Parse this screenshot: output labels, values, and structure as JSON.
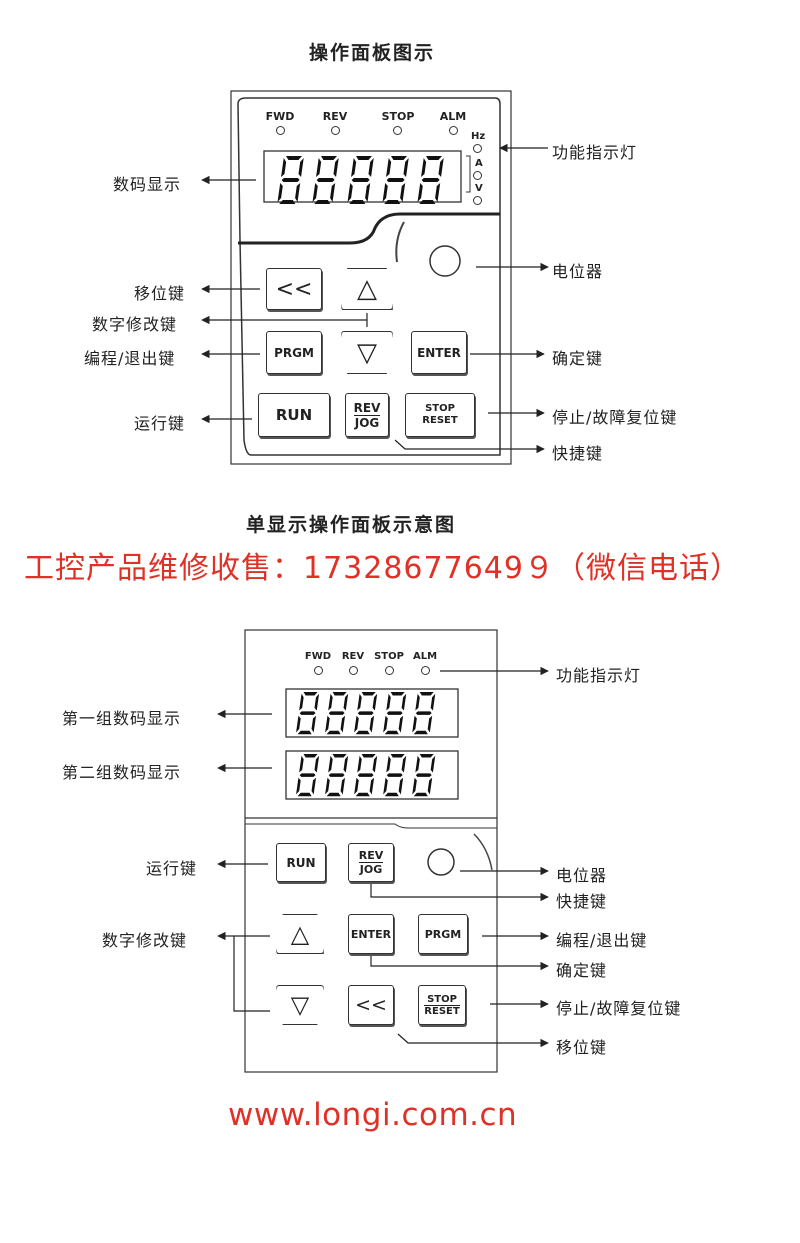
{
  "panel1": {
    "title": "操作面板图示",
    "leds": [
      "FWD",
      "REV",
      "STOP",
      "ALM"
    ],
    "unit_leds": [
      "Hz",
      "A",
      "V"
    ],
    "display": "88888",
    "keys": {
      "shift": "<<",
      "up": "△",
      "down": "▽",
      "prgm": "PRGM",
      "enter": "ENTER",
      "run": "RUN",
      "rev": "REV",
      "jog": "JOG",
      "stop": "STOP",
      "reset": "RESET"
    },
    "labels": {
      "indicator": "功能指示灯",
      "display": "数码显示",
      "pot": "电位器",
      "shift": "移位键",
      "modify": "数字修改键",
      "prgm": "编程/退出键",
      "enter": "确定键",
      "run": "运行键",
      "stop": "停止/故障复位键",
      "shortcut": "快捷键"
    }
  },
  "panel2": {
    "title": "单显示操作面板示意图",
    "leds": [
      "FWD",
      "REV",
      "STOP",
      "ALM"
    ],
    "display1": "88888",
    "display2": "88888",
    "keys": {
      "run": "RUN",
      "rev": "REV",
      "jog": "JOG",
      "up": "△",
      "down": "▽",
      "enter": "ENTER",
      "prgm": "PRGM",
      "shift": "<<",
      "stop": "STOP",
      "reset": "RESET"
    },
    "labels": {
      "indicator": "功能指示灯",
      "display1": "第一组数码显示",
      "display2": "第二组数码显示",
      "run": "运行键",
      "pot": "电位器",
      "shortcut": "快捷键",
      "modify": "数字修改键",
      "prgm": "编程/退出键",
      "enter": "确定键",
      "stop": "停止/故障复位键",
      "shift": "移位键"
    }
  },
  "banner": "工控产品维修收售：17328677649９（微信电话）",
  "url": "www.longi.com.cn",
  "colors": {
    "accent": "#e03127",
    "ink": "#222222"
  }
}
